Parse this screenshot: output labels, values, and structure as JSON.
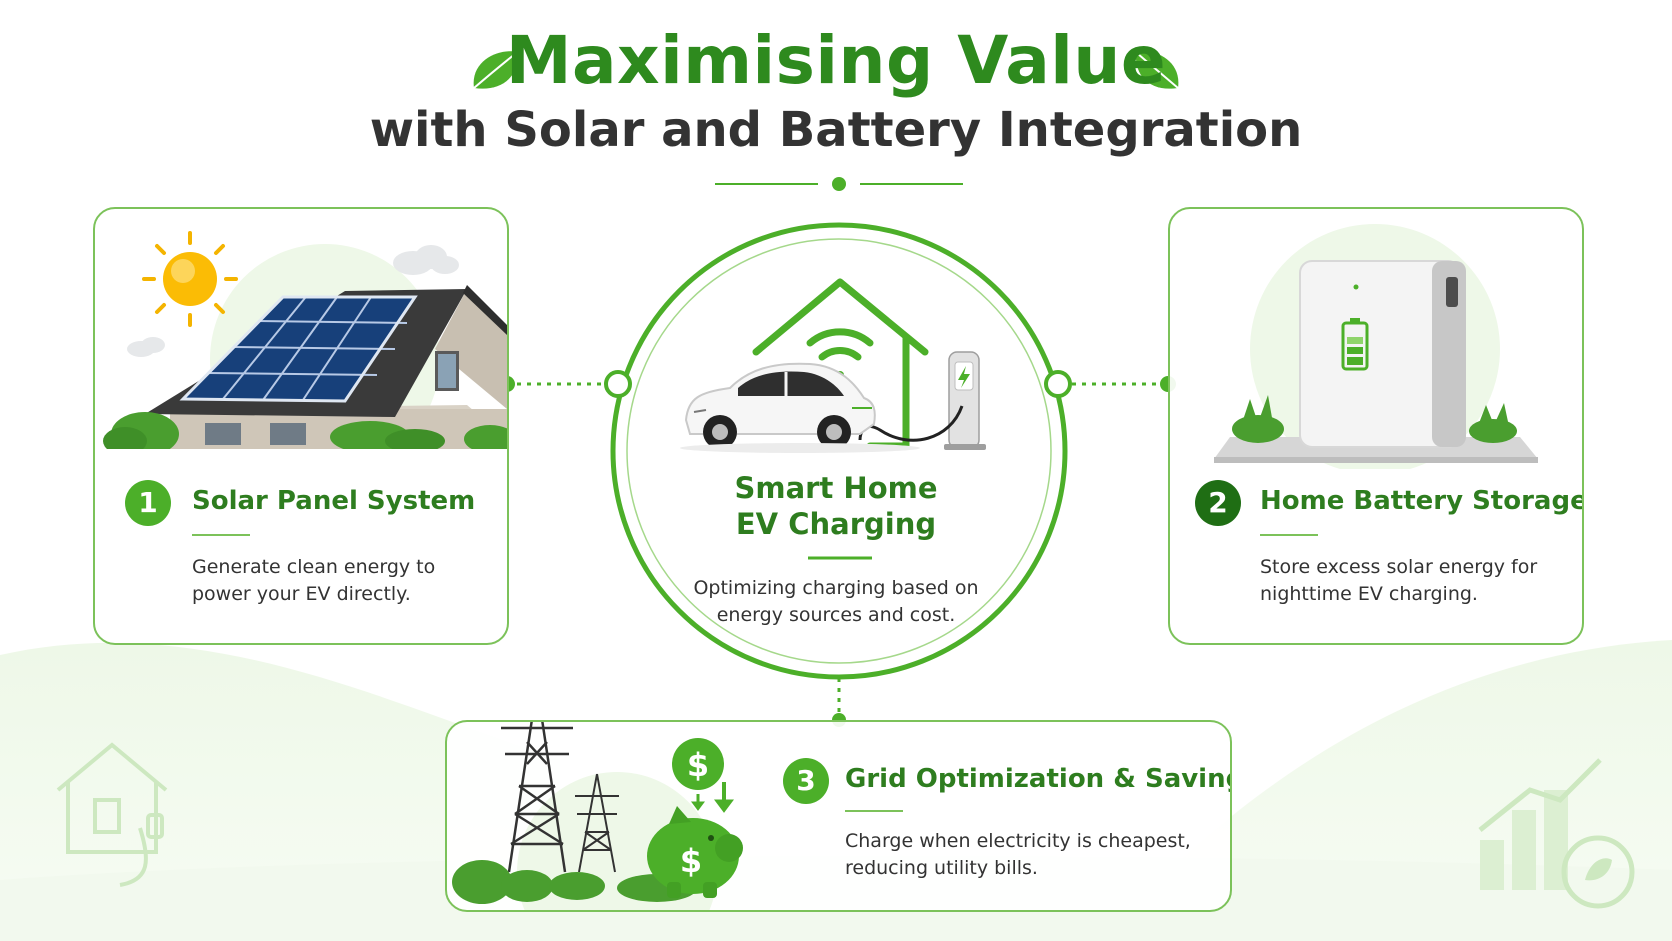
{
  "header": {
    "title": "Maximising Value",
    "subtitle": "with Solar and Battery Integration"
  },
  "center": {
    "title_line1": "Smart Home",
    "title_line2": "EV Charging",
    "desc_line1": "Optimizing charging based on",
    "desc_line2": "energy sources and cost."
  },
  "cards": {
    "solar": {
      "number": "1",
      "title": "Solar Panel System",
      "desc_line1": "Generate clean energy to",
      "desc_line2": "power your EV directly."
    },
    "battery": {
      "number": "2",
      "title": "Home Battery Storage",
      "desc_line1": "Store excess solar energy for",
      "desc_line2": "nighttime EV charging."
    },
    "grid": {
      "number": "3",
      "title": "Grid Optimization & Savings",
      "desc_line1": "Charge when electricity is cheapest,",
      "desc_line2": "reducing utility bills."
    }
  },
  "icons": {
    "leaf_left": "leaf-icon",
    "leaf_right": "leaf-icon",
    "sun": "sun-icon",
    "wifi": "wifi-icon",
    "currency_symbol": "$"
  },
  "colors": {
    "brand_green": "#2e8a1e",
    "accent_green": "#4caf29",
    "light_green": "#7cc25a",
    "dark_green": "#1f6e14"
  }
}
